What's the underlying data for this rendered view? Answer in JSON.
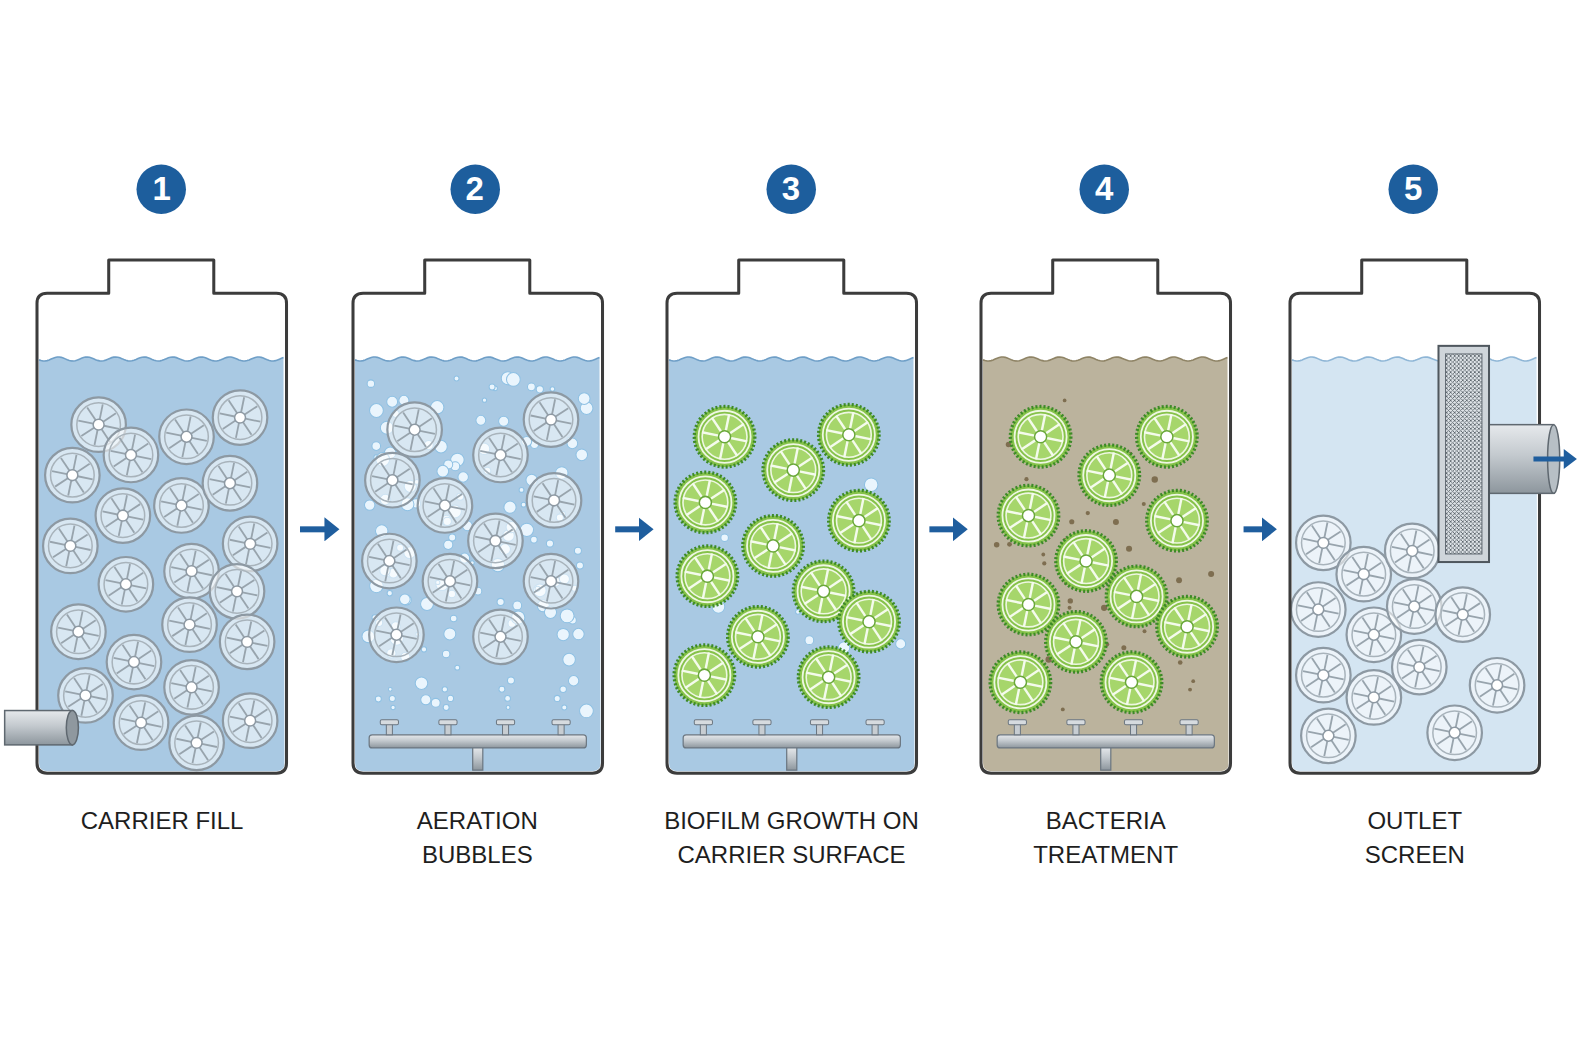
{
  "diagram": {
    "nodes": [
      {
        "text": [
          "1"
        ]
      },
      {
        "text": [
          "CARRIER FILL"
        ]
      },
      {
        "text": [
          "2"
        ]
      },
      {
        "text": [
          "AERATION BUBBLES"
        ]
      },
      {
        "text": [
          "3"
        ]
      },
      {
        "text": [
          "BIOFILM GROWTH ON CARRIER SURFACE"
        ]
      },
      {
        "text": [
          "4"
        ]
      },
      {
        "text": [
          "BACTERIA TREATMENT"
        ]
      },
      {
        "text": [
          "5"
        ]
      },
      {
        "text": [
          "OUTLET SCREEN"
        ]
      }
    ],
    "edges": [
      {
        "from": 1,
        "to": 3,
        "arrow": "to"
      },
      {
        "from": 3,
        "to": 5,
        "arrow": "to"
      },
      {
        "from": 5,
        "to": 7,
        "arrow": "to"
      },
      {
        "from": 7,
        "to": 9,
        "arrow": "to"
      }
    ]
  }
}
